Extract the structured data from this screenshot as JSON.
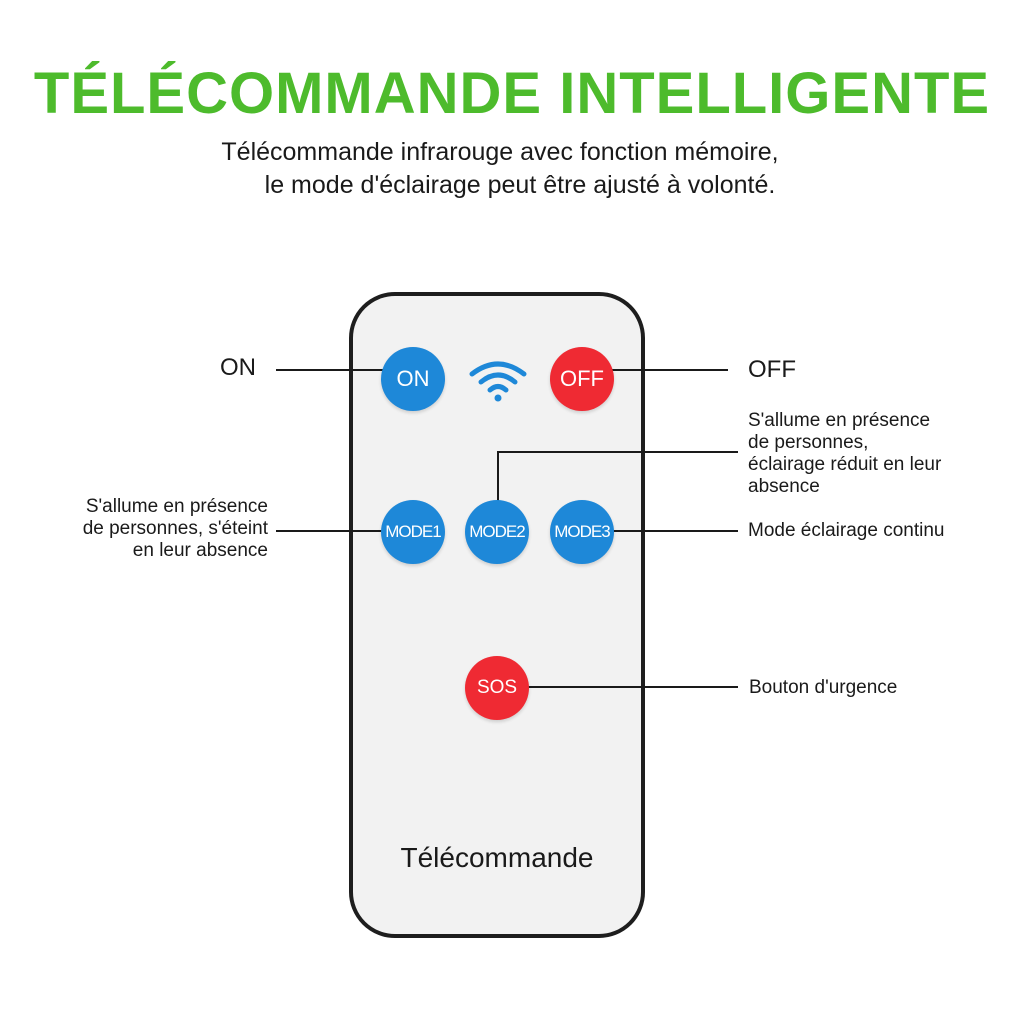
{
  "header": {
    "title": "TÉLÉCOMMANDE INTELLIGENTE",
    "subtitle_line1": "Télécommande infrarouge avec fonction mémoire,",
    "subtitle_line2": "le mode d'éclairage peut être ajusté à volonté."
  },
  "remote": {
    "label": "Télécommande",
    "buttons": {
      "on": "ON",
      "off": "OFF",
      "mode1": "MODE1",
      "mode2": "MODE2",
      "mode3": "MODE3",
      "sos": "SOS"
    }
  },
  "callouts": {
    "on": "ON",
    "off": "OFF",
    "mode1": [
      "S'allume en présence",
      "de personnes, s'éteint",
      "en leur absence"
    ],
    "mode2": [
      "S'allume en présence",
      "de personnes,",
      "éclairage réduit en leur",
      "absence"
    ],
    "mode3": "Mode éclairage continu",
    "sos": "Bouton d'urgence"
  },
  "colors": {
    "title_green": "#4dbb2c",
    "button_blue": "#1e88d8",
    "button_red": "#ef2a33",
    "remote_body": "#f2f2f2",
    "remote_border": "#1e1e1e"
  },
  "icons": {
    "wifi": "wifi-signal-icon"
  }
}
